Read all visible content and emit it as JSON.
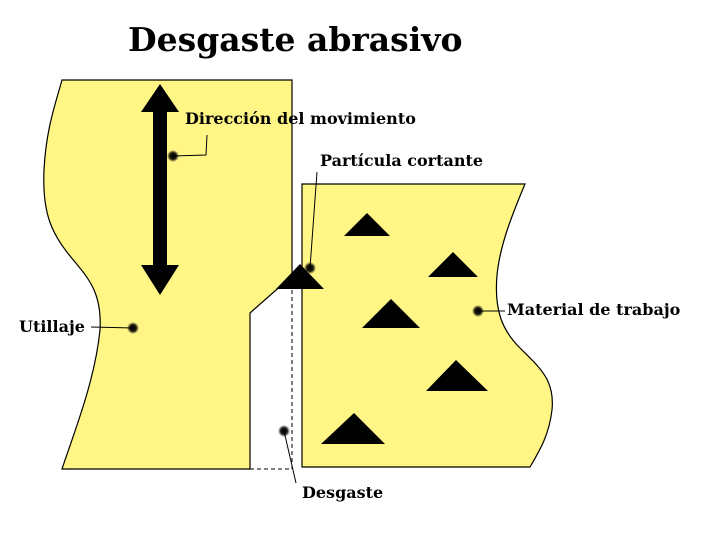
{
  "title": "Desgaste abrasivo",
  "labels": {
    "direction": "Dirección del movimiento",
    "particle": "Partícula cortante",
    "tool": "Utillaje",
    "workpiece": "Material de trabajo",
    "wear": "Desgaste"
  },
  "colors": {
    "fill": "#fff685",
    "stroke": "#000000",
    "background": "#ffffff"
  }
}
